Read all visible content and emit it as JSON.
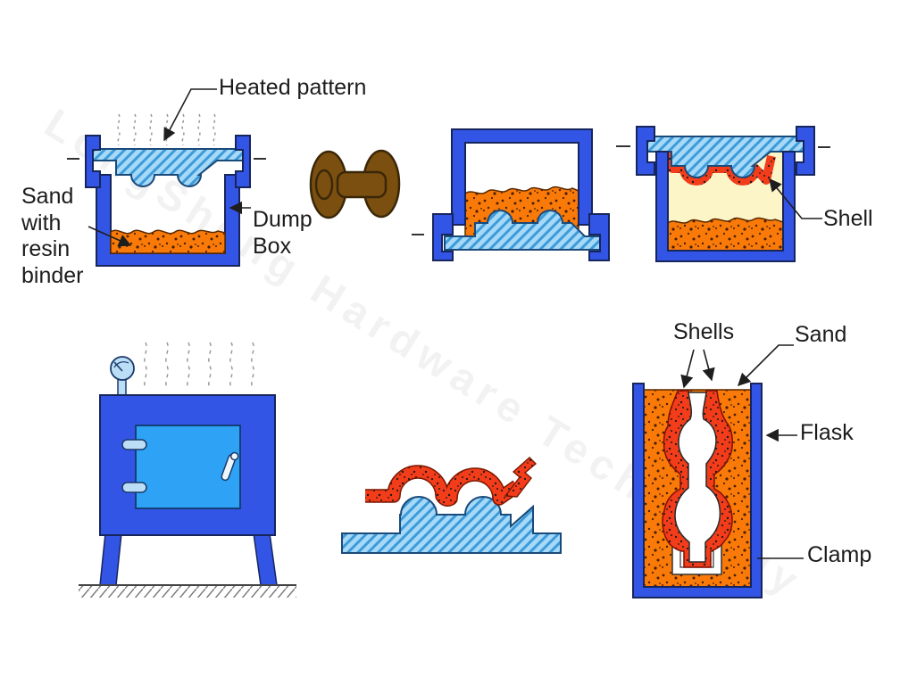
{
  "watermark": {
    "text": "LongSheng Hardware Technology"
  },
  "labels": {
    "heated_pattern": "Heated pattern",
    "sand_with_resin_binder": "Sand with resin binder",
    "dump_box": "Dump Box",
    "shell": "Shell",
    "shells": "Shells",
    "sand": "Sand",
    "flask": "Flask",
    "clamp": "Clamp"
  },
  "colors": {
    "box_blue": "#3355E6",
    "pattern_light_blue": "#A6D9F7",
    "pattern_stripe_blue": "#3D9BD9",
    "sand_orange": "#F97A08",
    "shell_red": "#F23C1A",
    "cured_layer_cream": "#FBF5C8",
    "rotate_knob_brown": "#7B4F10",
    "oven_door_blue": "#2EA2F5",
    "fitting_pale_blue": "#BBDDF5"
  }
}
